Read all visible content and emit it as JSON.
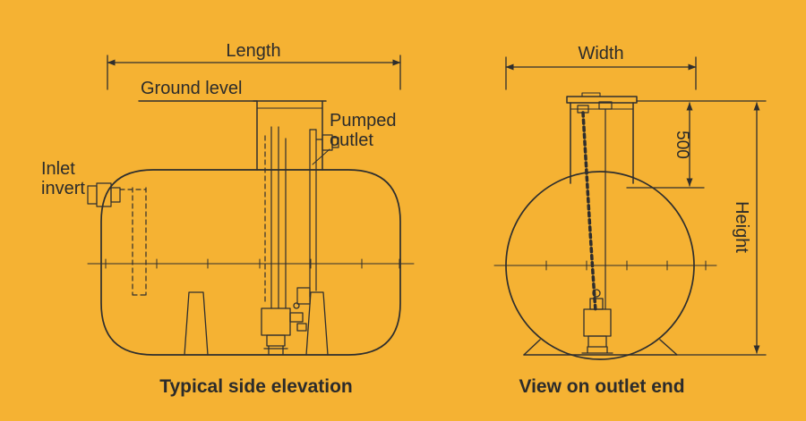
{
  "colors": {
    "background": "#F5B233",
    "line": "#2E2E2E",
    "text": "#2B2B2B"
  },
  "side_elevation": {
    "caption": "Typical side elevation",
    "length_label": "Length",
    "ground_level_label": "Ground level",
    "pumped_outlet_label_line1": "Pumped",
    "pumped_outlet_label_line2": "outlet",
    "inlet_invert_label_line1": "Inlet",
    "inlet_invert_label_line2": "invert"
  },
  "outlet_end_view": {
    "caption": "View on outlet end",
    "width_label": "Width",
    "riser_depth_label": "500",
    "height_label": "Height"
  }
}
